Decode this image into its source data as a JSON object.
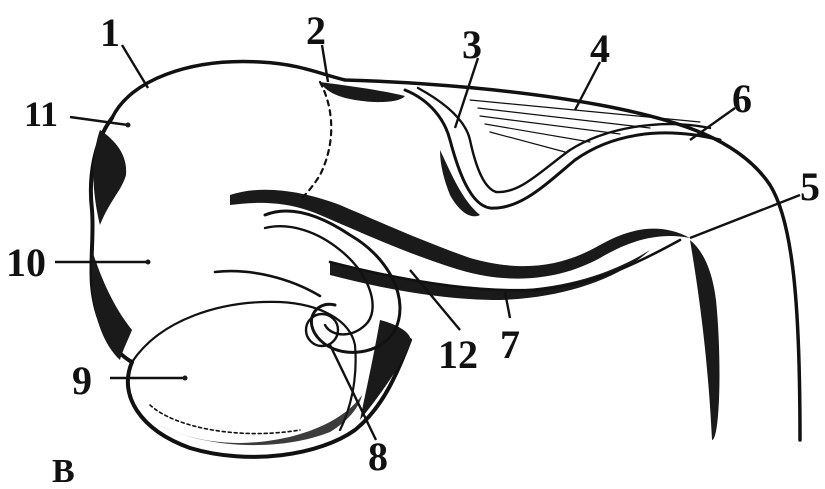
{
  "figure": {
    "panel_letter": "B",
    "labels": [
      "1",
      "2",
      "3",
      "4",
      "5",
      "6",
      "7",
      "8",
      "9",
      "10",
      "11",
      "12"
    ]
  }
}
